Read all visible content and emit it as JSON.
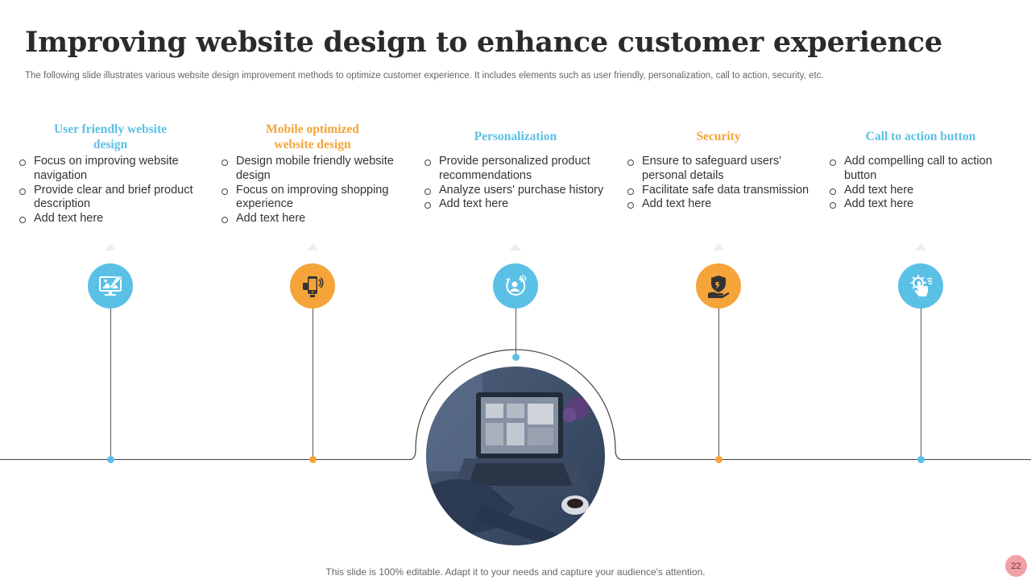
{
  "title": "Improving website design to enhance customer experience",
  "subtitle": "The following slide illustrates various website design improvement methods to optimize customer experience. It includes elements such as user friendly, personalization, call to action, security, etc.",
  "colors": {
    "blue": "#5bc0e6",
    "orange": "#f5a43a",
    "line": "#444444"
  },
  "columns": [
    {
      "heading": "User friendly website design",
      "color": "#5bc0e6",
      "icon": "monitor-image-icon",
      "bullets": [
        "Focus on improving website navigation",
        "Provide clear and brief product description",
        "Add text here"
      ]
    },
    {
      "heading": "Mobile optimized website design",
      "color": "#f5a43a",
      "icon": "mobile-phone-icon",
      "bullets": [
        "Design mobile friendly website design",
        "Focus on improving shopping experience",
        "Add text here"
      ]
    },
    {
      "heading": "Personalization",
      "color": "#5bc0e6",
      "icon": "user-gear-icon",
      "bullets": [
        "Provide personalized product recommendations",
        "Analyze users' purchase history",
        "Add text here"
      ]
    },
    {
      "heading": "Security",
      "color": "#f5a43a",
      "icon": "shield-hand-icon",
      "bullets": [
        "Ensure to safeguard users' personal details",
        "Facilitate safe data transmission",
        "Add text here"
      ]
    },
    {
      "heading": "Call to action button",
      "color": "#5bc0e6",
      "icon": "click-hand-icon",
      "bullets": [
        "Add compelling call to action button",
        "Add text here",
        "Add text here"
      ]
    }
  ],
  "footer": "This slide is 100% editable. Adapt it to your needs and capture your audience's attention.",
  "page_number": "22"
}
